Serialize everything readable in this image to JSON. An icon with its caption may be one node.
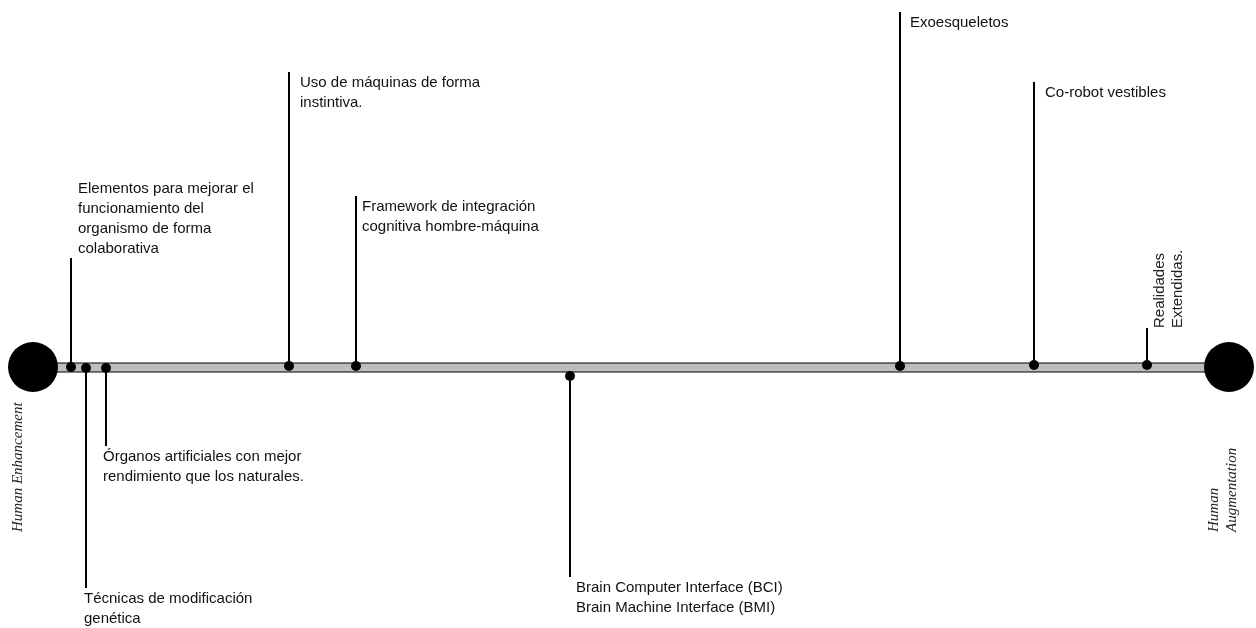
{
  "diagram": {
    "nodes": [
      {
        "text": [],
        "shape": "circle",
        "beside": [
          "Human Enhancement"
        ]
      },
      {
        "text": [],
        "shape": "circle",
        "beside": [
          "Human Augmentation"
        ]
      },
      {
        "text": [
          "Elementos para mejorar el funcionamiento del organismo de forma colaborativa"
        ]
      },
      {
        "text": [],
        "shape": "circle"
      },
      {
        "text": [
          "Técnicas de modificación genética"
        ]
      },
      {
        "text": [],
        "shape": "circle"
      },
      {
        "text": [
          "Órganos artificiales con mejor rendimiento que los naturales."
        ]
      },
      {
        "text": [],
        "shape": "circle"
      },
      {
        "text": [
          "Uso de máquinas de forma instintiva."
        ]
      },
      {
        "text": [],
        "shape": "circle"
      },
      {
        "text": [
          "Framework de integración cognitiva hombre-máquina"
        ]
      },
      {
        "text": [],
        "shape": "circle"
      },
      {
        "text": [
          "Brain Computer Interface (BCI) Brain Machine Interface (BMI)"
        ]
      },
      {
        "text": [],
        "shape": "circle"
      },
      {
        "text": [
          "Exoesqueletos"
        ]
      },
      {
        "text": [],
        "shape": "circle"
      },
      {
        "text": [
          "Co-robot vestibles"
        ]
      },
      {
        "text": [],
        "shape": "circle"
      },
      {
        "text": [
          "Realidades Extendidas."
        ]
      },
      {
        "text": [],
        "shape": "circle"
      }
    ],
    "edges": [
      {
        "from": 0,
        "to": 1,
        "arrow": "none",
        "style": "thick"
      },
      {
        "from": 2,
        "to": 3,
        "arrow": "none"
      },
      {
        "from": 4,
        "to": 5,
        "arrow": "none"
      },
      {
        "from": 6,
        "to": 7,
        "arrow": "none"
      },
      {
        "from": 8,
        "to": 9,
        "arrow": "none"
      },
      {
        "from": 10,
        "to": 11,
        "arrow": "none"
      },
      {
        "from": 12,
        "to": 13,
        "arrow": "none"
      },
      {
        "from": 14,
        "to": 15,
        "arrow": "none"
      },
      {
        "from": 16,
        "to": 17,
        "arrow": "none"
      },
      {
        "from": 18,
        "to": 19,
        "arrow": "none"
      }
    ]
  }
}
